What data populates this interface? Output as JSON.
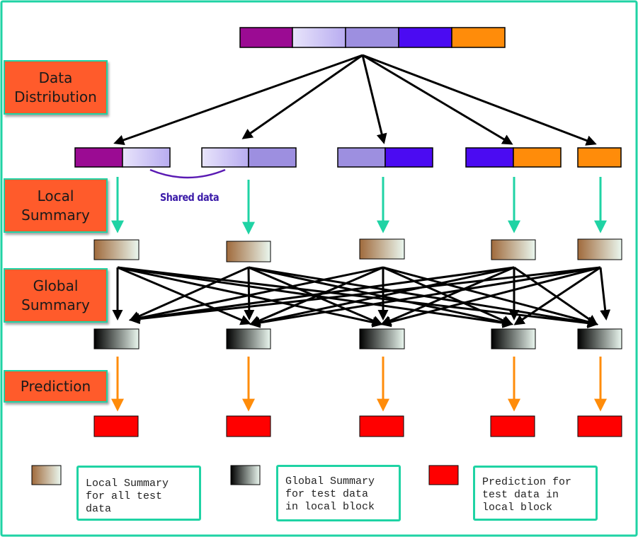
{
  "stages": {
    "data_distribution": "Data\nDistribution",
    "local_summary": "Local\nSummary",
    "global_summary": "Global\nSummary",
    "prediction": "Prediction"
  },
  "shared_data_label": "Shared data",
  "legend": {
    "local": "Local Summary\nfor all test\ndata",
    "global": "Global Summary\nfor test data\nin local block",
    "prediction": "Prediction for\ntest data in\nlocal block"
  },
  "colors": {
    "segment_purple": "#9b0b93",
    "segment_lavender_light": "#d2cbf6",
    "segment_lavender": "#9d8fe0",
    "segment_blue": "#4b0bf2",
    "segment_orange": "#ff8c0a",
    "local_summary_start": "#a06a3c",
    "global_summary_start": "#000000",
    "summary_end": "#eaf7ef",
    "prediction": "#ff0000",
    "stage_fill": "#ff5b2b",
    "accent_teal": "#1fd3a4",
    "arrow_green": "#1fd3a4",
    "arrow_orange": "#ff8c0a",
    "shared_arc": "#5a1ab3"
  }
}
